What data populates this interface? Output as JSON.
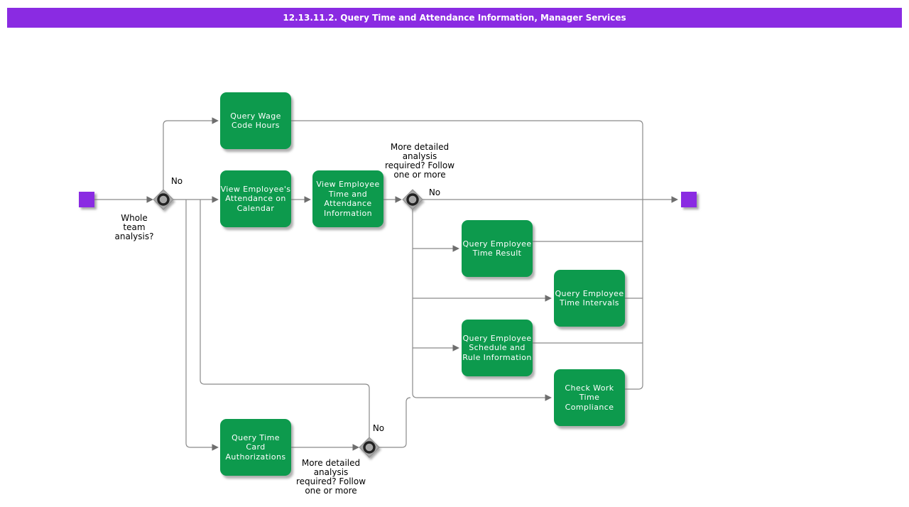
{
  "title": "12.13.11.2. Query Time and Attendance Information, Manager Services",
  "colors": {
    "title_bar": "#8A2BE2",
    "terminal_node": "#8A2BE2",
    "activity_fill": "#0D9A4D",
    "activity_text": "#FFFFFF",
    "connector": "#8A8A8A",
    "arrowhead": "#6E6E6E",
    "decision_fill": "#A8A8A8",
    "decision_ring": "#222222",
    "label_text": "#000000"
  },
  "activities": {
    "query_wage_code_hours": "Query Wage\nCode Hours",
    "view_employees_attendance_on_calendar": "View Employee's\nAttendance on\nCalendar",
    "view_employee_time_and_attendance_information": "View Employee\nTime and\nAttendance\nInformation",
    "query_employee_time_result": "Query Employee\nTime Result",
    "query_employee_time_intervals": "Query Employee\nTime Intervals",
    "query_employee_schedule_and_rule_information": "Query Employee\nSchedule and\nRule Information",
    "check_work_time_compliance": "Check Work\nTime\nCompliance",
    "query_time_card_authorizations": "Query Time\nCard\nAuthorizations"
  },
  "labels": {
    "whole_team_analysis": "Whole\nteam\nanalysis?",
    "decision1_no": "No",
    "more_detailed_top": "More detailed\nanalysis\nrequired? Follow\none or more",
    "decision2_no": "No",
    "decision3_no": "No",
    "more_detailed_bottom": "More detailed\nanalysis\nrequired? Follow\none or more"
  }
}
